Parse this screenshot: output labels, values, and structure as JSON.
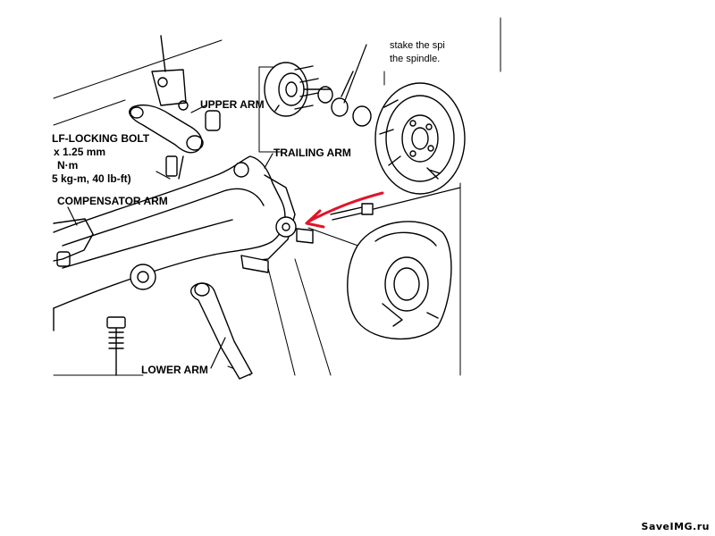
{
  "labels": {
    "upper_arm": "UPPER ARM",
    "trailing_arm": "TRAILING ARM",
    "compensator_arm": "COMPENSATOR ARM",
    "lower_arm": "LOWER ARM"
  },
  "bolt_spec": {
    "line1": "LF-LOCKING BOLT",
    "line2": "x 1.25 mm",
    "line3": "N·m",
    "line4": "5 kg-m, 40 lb-ft)"
  },
  "note": {
    "line1": "stake the spi",
    "line2": "the spindle."
  },
  "watermark": "SaveIMG.ru",
  "colors": {
    "ink": "#000000",
    "arrow": "#e0142a",
    "background": "#ffffff"
  }
}
